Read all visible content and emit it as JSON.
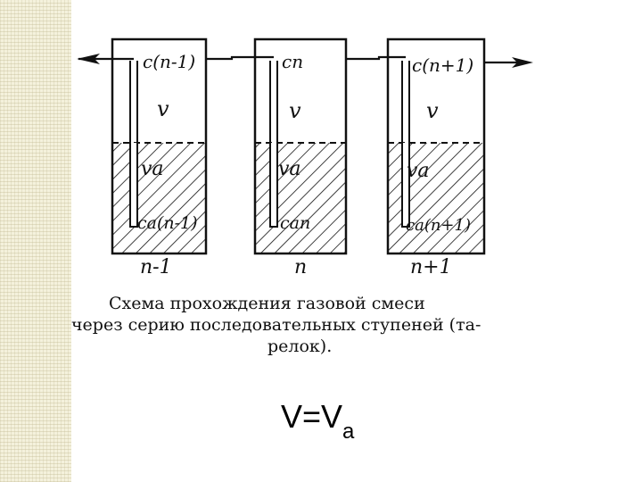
{
  "caption": {
    "line1": "Схема прохождения газовой смеси",
    "line2": "через серию последовательных ступеней (та-",
    "line3": "релок)."
  },
  "formula": {
    "main": "V=V",
    "subscript": "a"
  },
  "stages": [
    {
      "conc_gas": "c(n-1)",
      "volume_gas": "v",
      "volume_liquid": "va",
      "conc_liquid": "ca(n-1)",
      "number": "n-1"
    },
    {
      "conc_gas": "cn",
      "volume_gas": "v",
      "volume_liquid": "va",
      "conc_liquid": "can",
      "number": "n"
    },
    {
      "conc_gas": "c(n+1)",
      "volume_gas": "v",
      "volume_liquid": "va",
      "conc_liquid": "ca(n+1)",
      "number": "n+1"
    }
  ],
  "colors": {
    "ink": "#111111",
    "left_strip": "#f4f1dc"
  }
}
